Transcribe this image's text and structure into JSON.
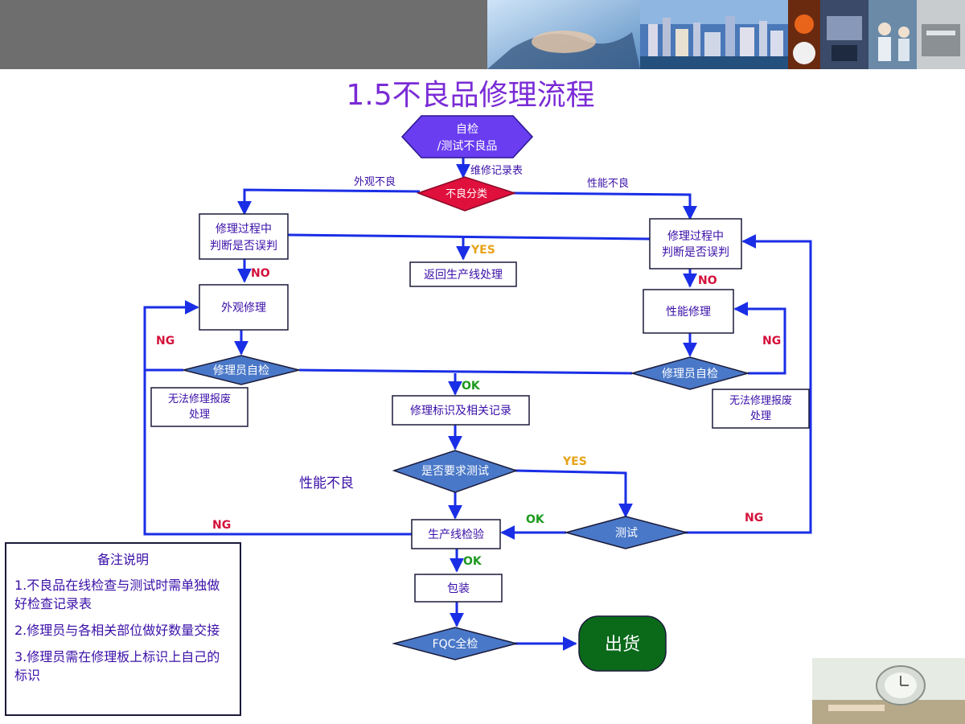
{
  "title": "1.5不良品修理流程",
  "nodes": {
    "start": [
      "自检",
      "/测试不良品"
    ],
    "classify": "不良分类",
    "judge_left": [
      "修理过程中",
      "判断是否误判"
    ],
    "judge_right": [
      "修理过程中",
      "判断是否误判"
    ],
    "return_line": "返回生产线处理",
    "repair_appearance": "外观修理",
    "repair_performance": "性能修理",
    "selfcheck_left": "修理员自检",
    "selfcheck_right": "修理员自检",
    "scrap_left": [
      "无法修理报废",
      "处理"
    ],
    "scrap_right": [
      "无法修理报废",
      "处理"
    ],
    "mark_record": "修理标识及相关记录",
    "require_test": "是否要求测试",
    "test": "测试",
    "line_inspect": "生产线检验",
    "pack": "包装",
    "fqc": "FQC全检",
    "ship": "出货"
  },
  "labels": {
    "repair_record": "维修记录表",
    "appearance_bad": "外观不良",
    "performance_bad": "性能不良",
    "yes_return": "YES",
    "no_left": "NO",
    "no_right": "NO",
    "ng_left": "NG",
    "ng_right": "NG",
    "ok_mid": "OK",
    "yes_test": "YES",
    "ok_test": "OK",
    "ng_test": "NG",
    "ng_line": "NG",
    "ok_pack": "OK",
    "floating_text": "性能不良"
  },
  "notes": {
    "title": "备注说明",
    "items": [
      "1.不良品在线检查与测试时需单独做好检查记录表",
      "2.修理员与各相关部位做好数量交接",
      "3.修理员需在修理板上标识上自己的标识"
    ]
  },
  "colors": {
    "line": "#1a2ee6",
    "start_fill": "#6a3df0",
    "classify_fill": "#e0103c",
    "diamond_fill": "#4a78c8",
    "ship_fill": "#0a6a1a",
    "title": "#7a2bd6",
    "text": "#3a0fa8",
    "ng_no": "#d4103a",
    "ok": "#1d9a1d",
    "yes": "#e6a317"
  }
}
